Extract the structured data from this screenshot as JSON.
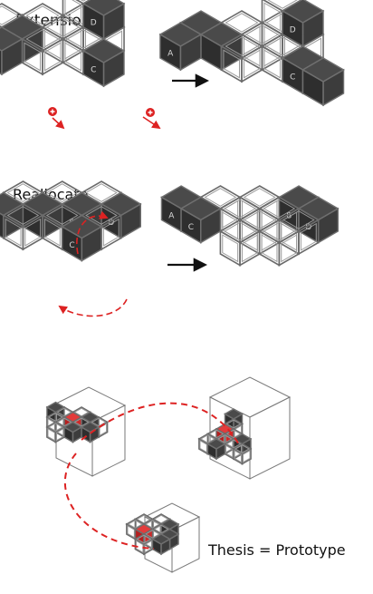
{
  "titles": {
    "extension": "Extension",
    "reallocate": "Reallocate",
    "thesis": "Thesis = Prototype"
  },
  "cube_labels": {
    "a": "A",
    "b": "B",
    "c": "C",
    "d": "D"
  },
  "colors": {
    "accent_red": "#dd2222",
    "solid_cube": "#3a3a3a",
    "frame": "#6b6b6b"
  }
}
